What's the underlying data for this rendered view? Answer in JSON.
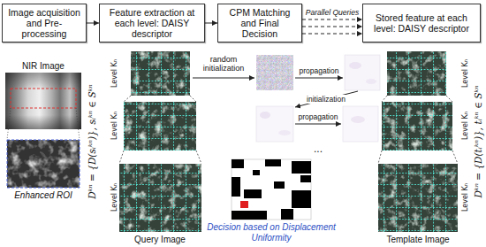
{
  "diagram": {
    "nodes": [
      {
        "text": [
          "Image acquisition and Pre-processing"
        ]
      },
      {
        "text": [
          "Feature extraction at each level: DAISY descriptor"
        ]
      },
      {
        "text": [
          "CPM Matching and Final Decision"
        ]
      },
      {
        "text": [
          "Stored feature at each level: DAISY descriptor"
        ]
      }
    ],
    "edges": [
      {
        "from": 0,
        "to": 1,
        "arrow": "to"
      },
      {
        "from": 1,
        "to": 2,
        "arrow": "to"
      },
      {
        "from": 2,
        "to": 3,
        "arrow": "to",
        "label": "Parallel Queries"
      },
      {
        "from": 2,
        "to": 3,
        "arrow": "to"
      },
      {
        "from": 2,
        "to": 3,
        "arrow": "to"
      }
    ],
    "labels": [
      "NIR Image",
      "Enhanced ROI",
      "Dᵏⁿ = {D(sᵢᵏⁿ)}, sᵢᵏⁿ ∈ Sᵏⁿ",
      "Level Kₙ",
      "Level Kₙ",
      "Level Kₙ",
      "random initialization",
      "propagation",
      "initialization",
      "propagation",
      "...",
      "Query Image",
      "Decision based on Displacement Uniformity",
      "Template Image",
      "Level Kₙ",
      "Level Kₙ",
      "Level Kₙ",
      "Dᵏⁿ = {D(tᵢᵏⁿ)}, tᵢᵏⁿ ∈ Sᵏⁿ"
    ]
  }
}
